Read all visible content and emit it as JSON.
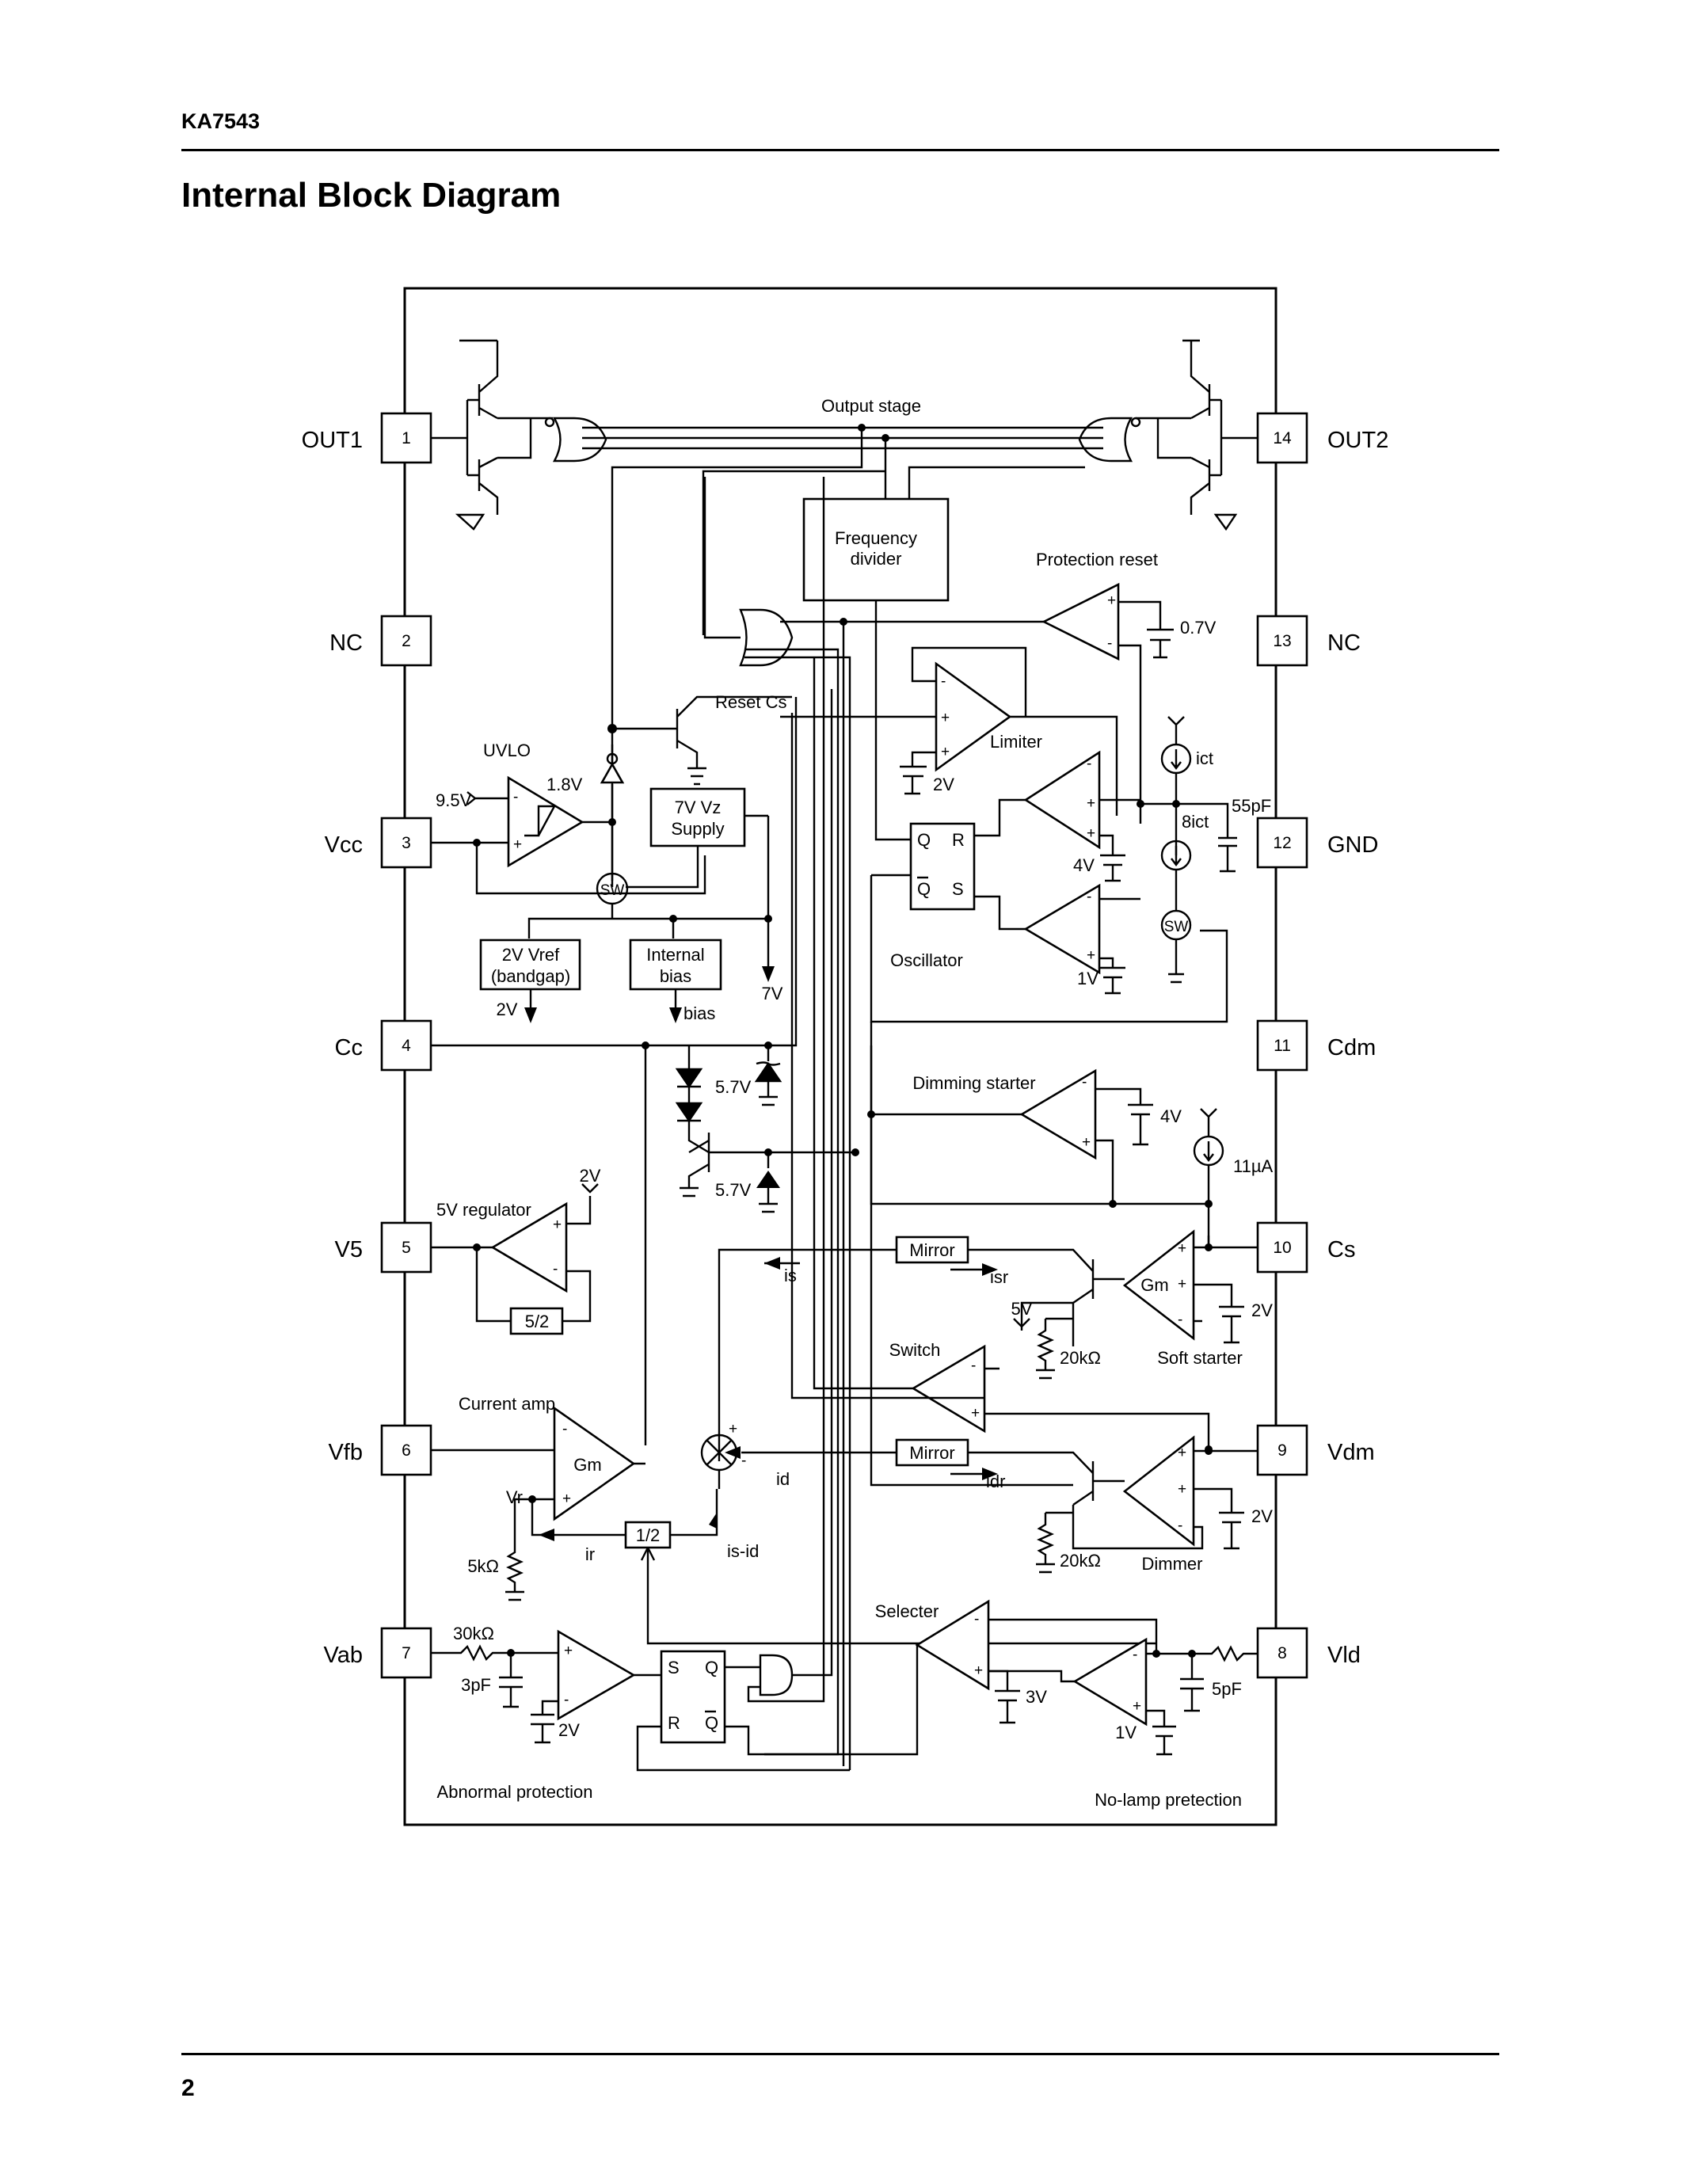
{
  "header": {
    "part_number": "KA7543"
  },
  "heading": "Internal Block Diagram",
  "footer": {
    "page_number": "2"
  },
  "pins": {
    "left": [
      {
        "num": "1",
        "name": "OUT1"
      },
      {
        "num": "2",
        "name": "NC"
      },
      {
        "num": "3",
        "name": "Vcc"
      },
      {
        "num": "4",
        "name": "Cc"
      },
      {
        "num": "5",
        "name": "V5"
      },
      {
        "num": "6",
        "name": "Vfb"
      },
      {
        "num": "7",
        "name": "Vab"
      }
    ],
    "right": [
      {
        "num": "14",
        "name": "OUT2"
      },
      {
        "num": "13",
        "name": "NC"
      },
      {
        "num": "12",
        "name": "GND"
      },
      {
        "num": "11",
        "name": "Cdm"
      },
      {
        "num": "10",
        "name": "Cs"
      },
      {
        "num": "9",
        "name": "Vdm"
      },
      {
        "num": "8",
        "name": "Vld"
      }
    ]
  },
  "blocks": {
    "output_stage": "Output stage",
    "frequency_divider": [
      "Frequency",
      "divider"
    ],
    "protection_reset": "Protection reset",
    "reset_cs": "Reset Cs",
    "limiter": "Limiter",
    "uvlo": "UVLO",
    "vz_supply": [
      "7V Vz",
      "Supply"
    ],
    "vref": [
      "2V Vref",
      "(bandgap)"
    ],
    "internal_bias": [
      "Internal",
      "bias"
    ],
    "oscillator": "Oscillator",
    "dimming_starter": "Dimming starter",
    "regulator": "5V regulator",
    "divider_5_2": "5/2",
    "mirror_top": "Mirror",
    "mirror_bottom": "Mirror",
    "switch": "Switch",
    "soft_starter": "Soft starter",
    "current_amp": "Current amp",
    "gm": "Gm",
    "half": "1/2",
    "dimmer": "Dimmer",
    "selecter": "Selecter",
    "abnormal_protection": "Abnormal protection",
    "no_lamp_protection": "No-lamp pretection",
    "sw": "SW",
    "ff_q": "Q",
    "ff_r": "R",
    "ff_qbar": "Q",
    "ff_s": "S"
  },
  "values": {
    "v0_7": "0.7V",
    "v2_limiter": "2V",
    "ict": "ict",
    "eight_ict": "8ict",
    "c55": "55pF",
    "v4_osc": "4V",
    "v1_osc": "1V",
    "v1_8": "1.8V",
    "v9_5": "9.5V",
    "v7": "7V",
    "v2_vref": "2V",
    "bias": "bias",
    "z5_7a": "5.7V",
    "z5_7b": "5.7V",
    "v4_dim": "4V",
    "i11": "11µA",
    "v2_reg": "2V",
    "is": "is",
    "isr": "isr",
    "v5": "5V",
    "r20a": "20kΩ",
    "v2_soft": "2V",
    "vr": "Vr",
    "r5k": "5kΩ",
    "ir": "ir",
    "is_id": "is-id",
    "id": "id",
    "idr": "idr",
    "r20b": "20kΩ",
    "v2_dim": "2V",
    "r30k": "30kΩ",
    "c3p": "3pF",
    "v2_abn": "2V",
    "v3": "3V",
    "v1_nl": "1V",
    "c5p": "5pF",
    "plus": "+",
    "minus": "-"
  }
}
